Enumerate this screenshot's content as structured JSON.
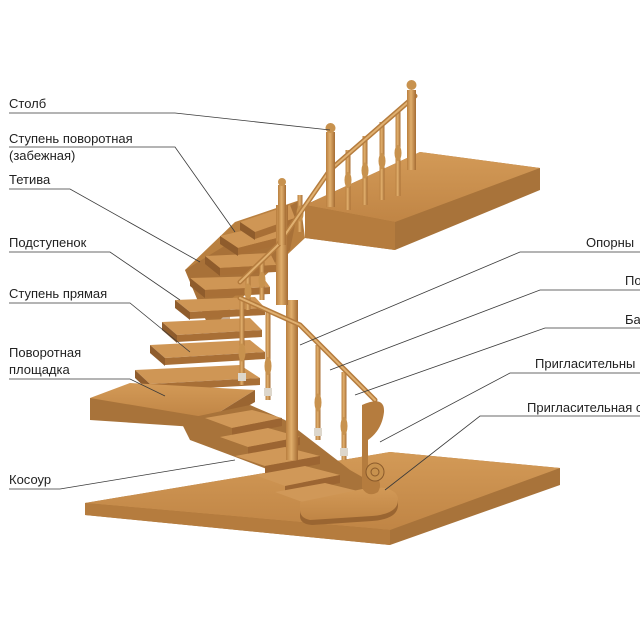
{
  "labels": {
    "stolb": "Столб",
    "step_winder_1": "Ступень поворотная",
    "step_winder_2": "(забежная)",
    "tetiva": "Тетива",
    "podstupenok": "Подступенок",
    "step_straight": "Ступень прямая",
    "landing_1": "Поворотная",
    "landing_2": "площадка",
    "kosour": "Косоур",
    "opornye": "Опорны",
    "po": "По",
    "ba": "Ба",
    "priglasitelny": "Пригласительны",
    "priglasitelnaya": "Пригласительная с"
  },
  "colors": {
    "wood_top": "#c9924f",
    "wood_side": "#a8733a",
    "wood_dark": "#8a5a2b",
    "floor_top": "#c48a4a",
    "rail": "#c8924e",
    "leader": "#333333"
  }
}
